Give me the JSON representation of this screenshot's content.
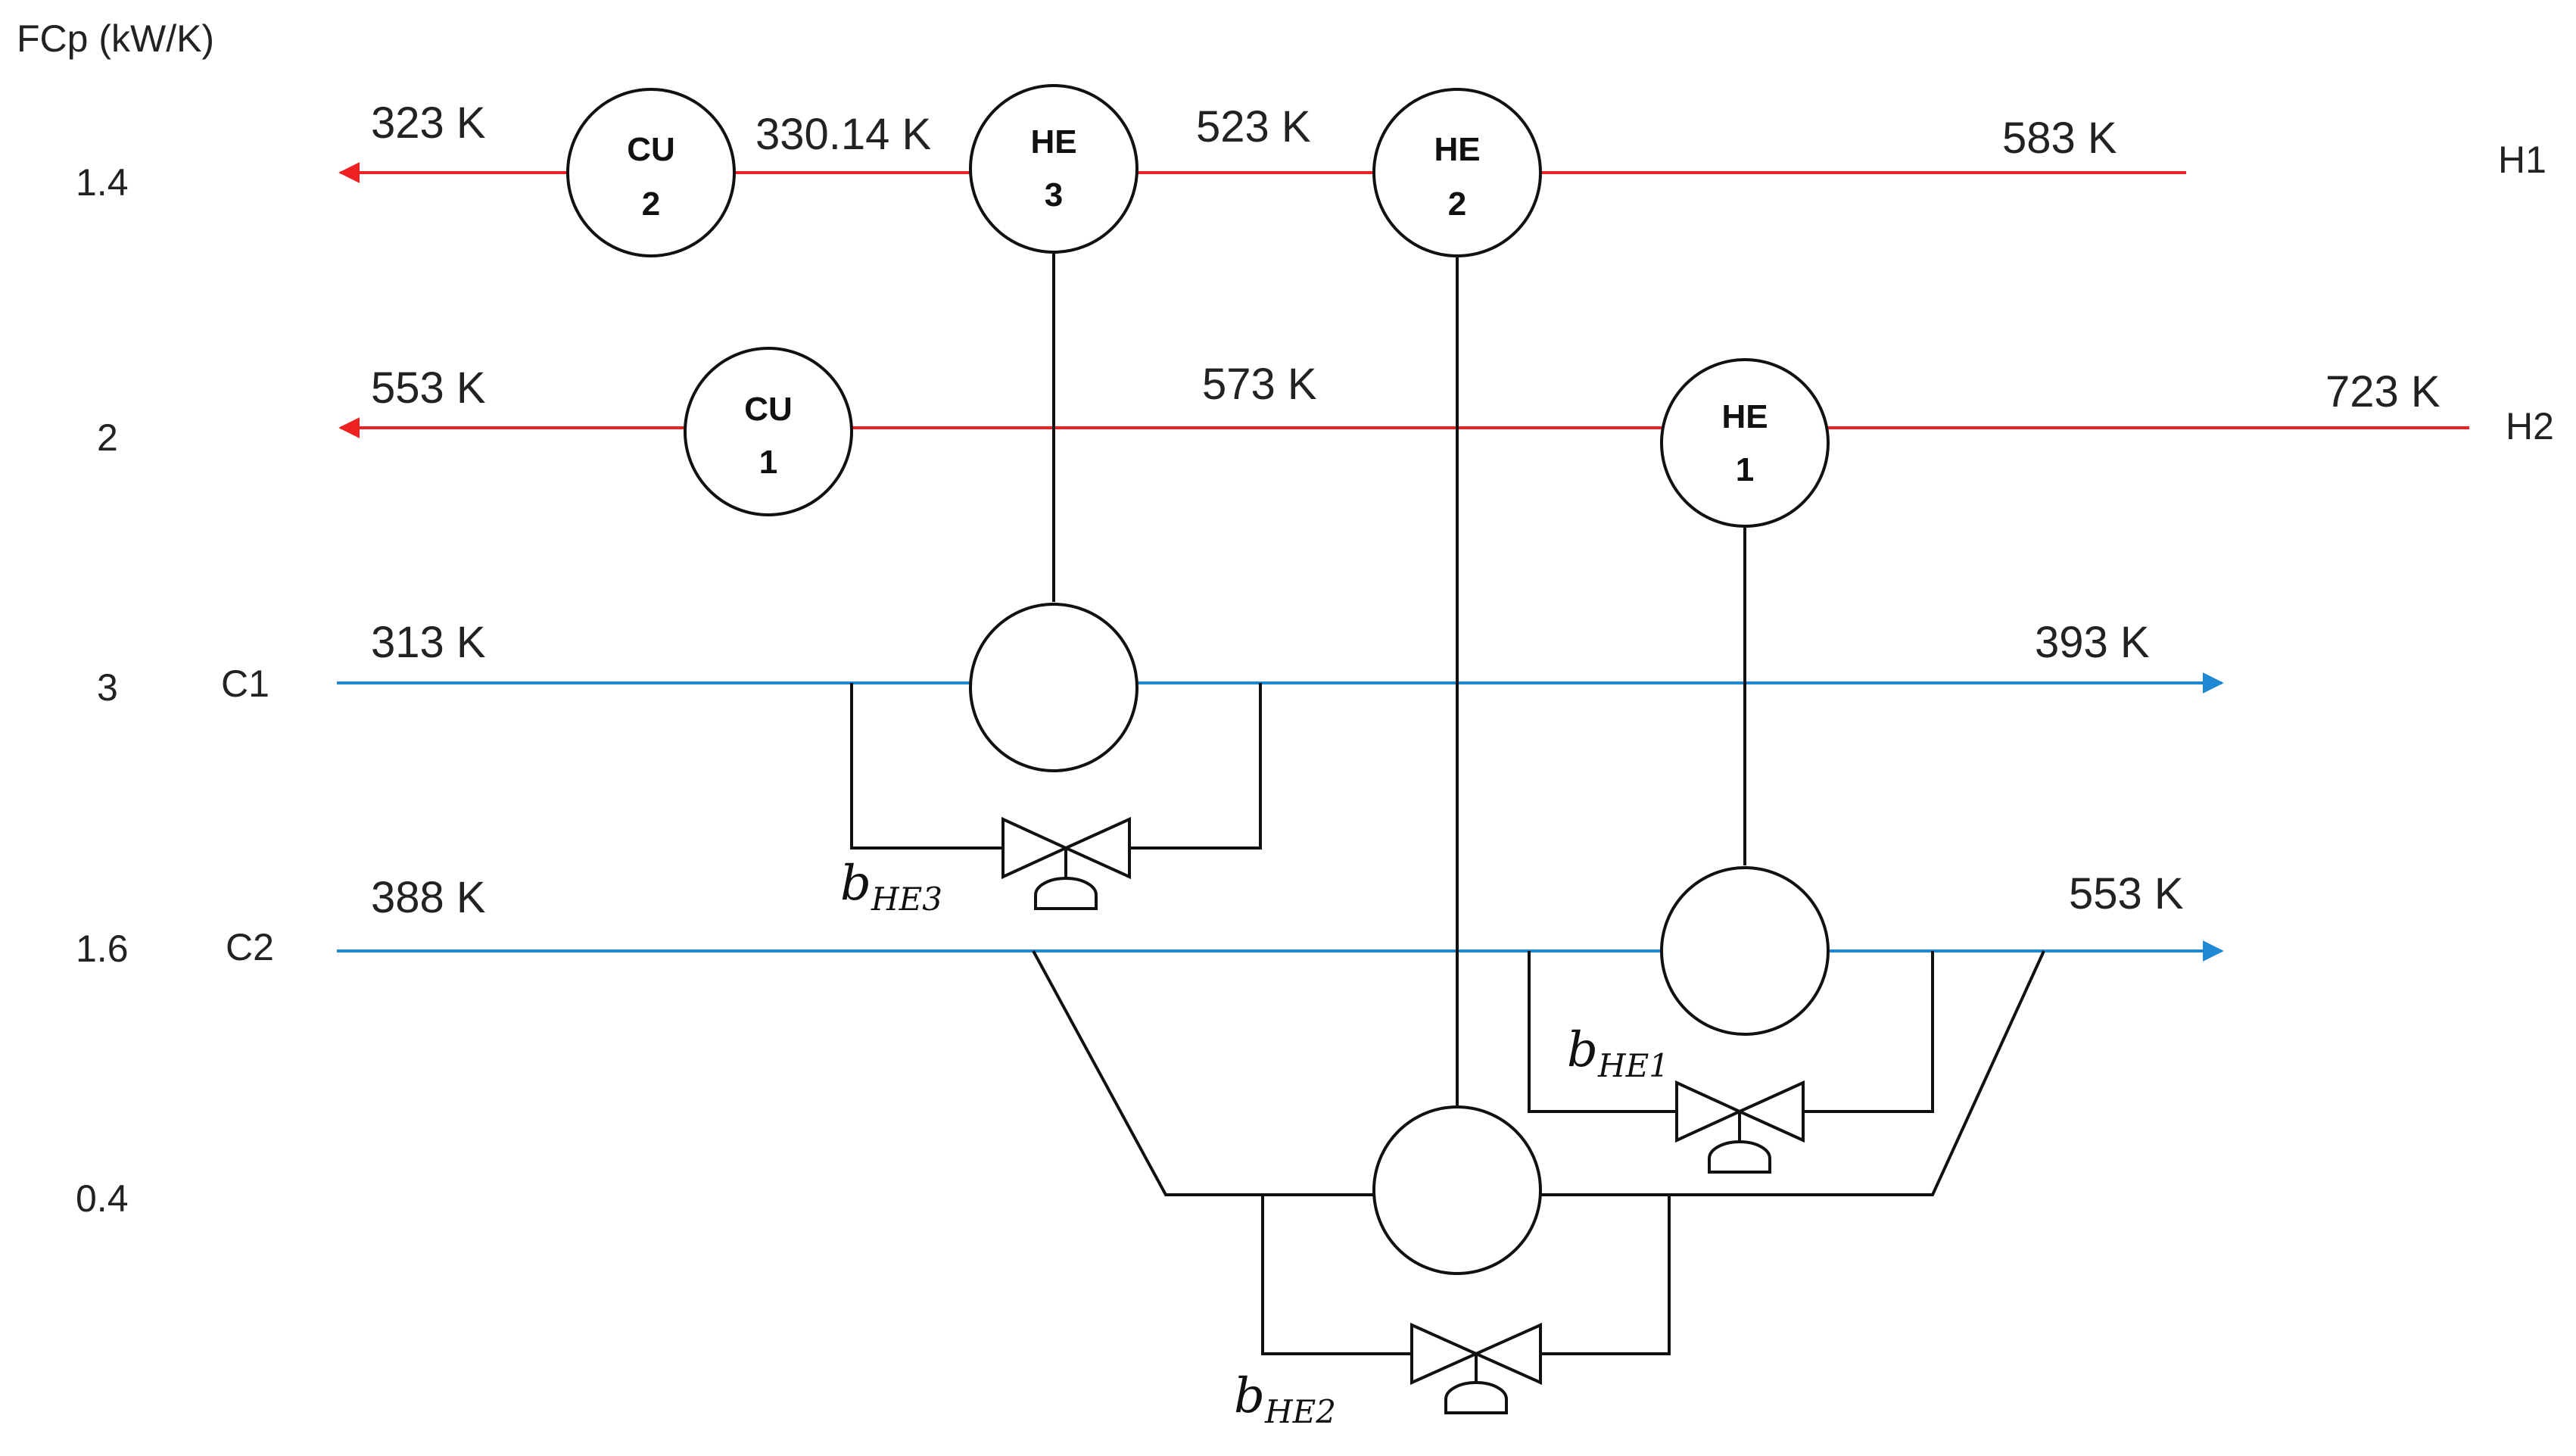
{
  "header": {
    "fcp_label": "FCp (kW/K)"
  },
  "colors": {
    "hot": "#ee2222",
    "cold": "#1e88d2",
    "line": "#111111"
  },
  "fcp_values": [
    "1.4",
    "2",
    "3",
    "1.6",
    "0.4"
  ],
  "streams": {
    "h1": {
      "name": "H1",
      "t_cu2_out": "323 K",
      "t_he3_out": "330.14 K",
      "t_he2_out": "523 K",
      "t_in": "583 K"
    },
    "h2": {
      "name": "H2",
      "t_out": "553 K",
      "t_mid": "573 K",
      "t_in": "723 K"
    },
    "c1": {
      "name": "C1",
      "t_in": "313 K",
      "t_out": "393 K"
    },
    "c2": {
      "name": "C2",
      "t_in": "388 K",
      "t_out": "553 K"
    }
  },
  "units": {
    "cu2": {
      "line1": "CU",
      "line2": "2"
    },
    "he3": {
      "line1": "HE",
      "line2": "3"
    },
    "he2": {
      "line1": "HE",
      "line2": "2"
    },
    "cu1": {
      "line1": "CU",
      "line2": "1"
    },
    "he1": {
      "line1": "HE",
      "line2": "1"
    }
  },
  "bypass_labels": {
    "he3": {
      "base": "b",
      "sub": "HE3"
    },
    "he1": {
      "base": "b",
      "sub": "HE1"
    },
    "he2": {
      "base": "b",
      "sub": "HE2"
    }
  }
}
